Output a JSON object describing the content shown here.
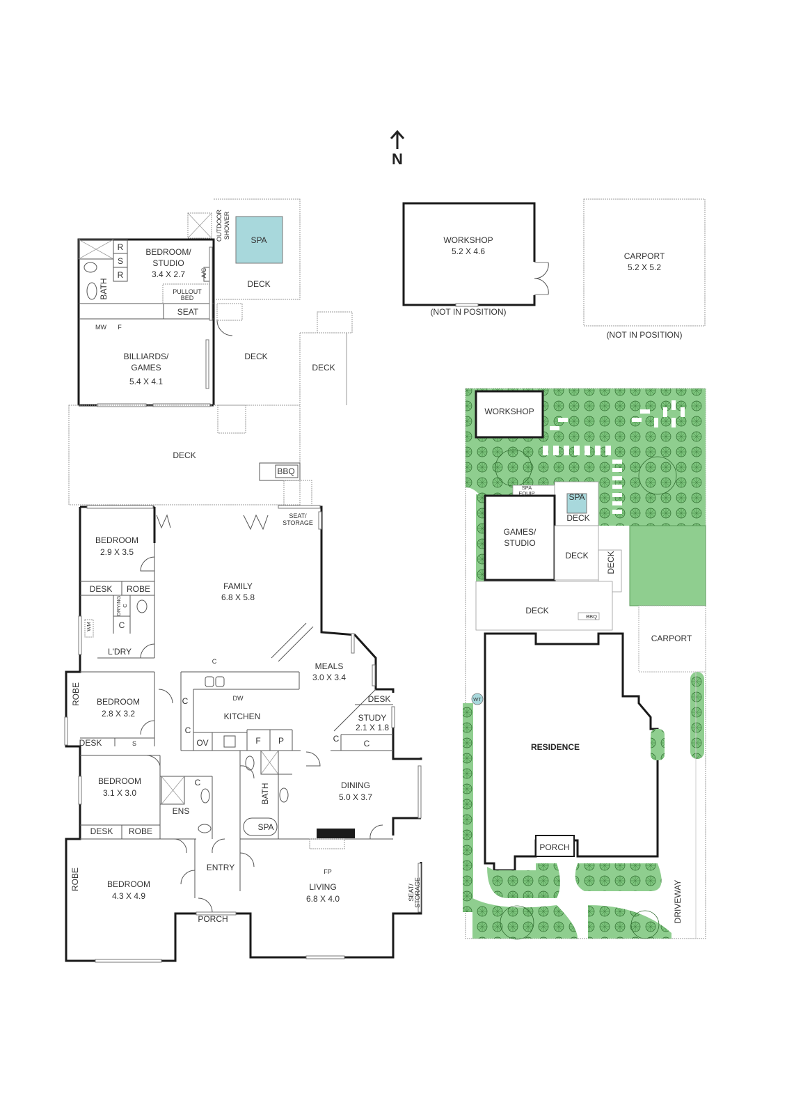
{
  "compass": {
    "label": "N",
    "icon": "north-arrow-icon"
  },
  "outbuildings": {
    "workshop": {
      "name": "WORKSHOP",
      "size": "5.2 X 4.6",
      "note": "(NOT IN POSITION)"
    },
    "carport": {
      "name": "CARPORT",
      "size": "5.2 X 5.2",
      "note": "(NOT IN POSITION)"
    }
  },
  "floor_plan": {
    "rear_pavilion": {
      "bedroom_studio": {
        "name": "BEDROOM/",
        "name2": "STUDIO",
        "size": "3.4 X 2.7"
      },
      "bath": "BATH",
      "robe_r1": "R",
      "robe_s": "S",
      "robe_r2": "R",
      "ac": "A/C",
      "pullout_bed": {
        "line1": "PULLOUT",
        "line2": "BED"
      },
      "seat": "SEAT",
      "mw": "MW",
      "fridge": "F",
      "billiards": {
        "name": "BILLIARDS/",
        "name2": "GAMES",
        "size": "5.4 X 4.1"
      },
      "outdoor_shower": {
        "line1": "OUTDOOR",
        "line2": "SHOWER"
      },
      "spa": "SPA",
      "deck_spa": "DECK",
      "deck_mid": "DECK",
      "deck_side": "DECK"
    },
    "main_deck": "DECK",
    "bbq": "BBQ",
    "seat_storage_rear": {
      "line1": "SEAT/",
      "line2": "STORAGE"
    },
    "bedroom1": {
      "name": "BEDROOM",
      "size": "2.9 X 3.5"
    },
    "desk1": "DESK",
    "robe1": "ROBE",
    "drying_c": {
      "line1": "DRYING",
      "line2": "C"
    },
    "c_laundry": "C",
    "wm": "WM",
    "laundry": "L'DRY",
    "family": {
      "name": "FAMILY",
      "size": "6.8 X 5.8"
    },
    "meals": {
      "name": "MEALS",
      "size": "3.0 X 3.4"
    },
    "kitchen": {
      "name": "KITCHEN",
      "c_top": "C",
      "c_left1": "C",
      "c_left2": "C",
      "dw": "DW",
      "ov": "OV",
      "f": "F",
      "p": "P"
    },
    "study": {
      "name": "STUDY",
      "size": "2.1 X 1.8",
      "desk": "DESK",
      "c_left": "C",
      "c_bottom": "C"
    },
    "bedroom2": {
      "name": "BEDROOM",
      "size": "2.8 X 3.2",
      "robe": "ROBE",
      "desk": "DESK",
      "s": "S"
    },
    "bedroom3": {
      "name": "BEDROOM",
      "size": "3.1 X 3.0",
      "desk": "DESK",
      "robe": "ROBE"
    },
    "ens": {
      "name": "ENS",
      "c": "C"
    },
    "bath_main": {
      "name": "BATH",
      "spa": "SPA"
    },
    "dining": {
      "name": "DINING",
      "size": "5.0 X 3.7"
    },
    "fp": "FP",
    "bedroom_master": {
      "name": "BEDROOM",
      "size": "4.3 X 4.9",
      "robe": "ROBE"
    },
    "entry": "ENTRY",
    "porch": "PORCH",
    "living": {
      "name": "LIVING",
      "size": "6.8 X 4.0"
    },
    "seat_storage_front": {
      "line1": "SEAT/",
      "line2": "STORAGE"
    }
  },
  "site_plan": {
    "workshop": "WORKSHOP",
    "spa_equip": {
      "line1": "SPA",
      "line2": "EQUIP"
    },
    "spa": "SPA",
    "deck_spa": "DECK",
    "games_studio": {
      "line1": "GAMES/",
      "line2": "STUDIO"
    },
    "deck_mid": "DECK",
    "deck_side": "DECK",
    "deck_main": "DECK",
    "bbq": "BBQ",
    "carport": "CARPORT",
    "wt": "WT",
    "residence": "RESIDENCE",
    "porch": "PORCH",
    "driveway": "DRIVEWAY"
  },
  "colors": {
    "garden": "#8fce8f",
    "tree_outline": "#2f6b2f",
    "spa": "#a8d8dc",
    "wall": "#1a1a1a"
  }
}
